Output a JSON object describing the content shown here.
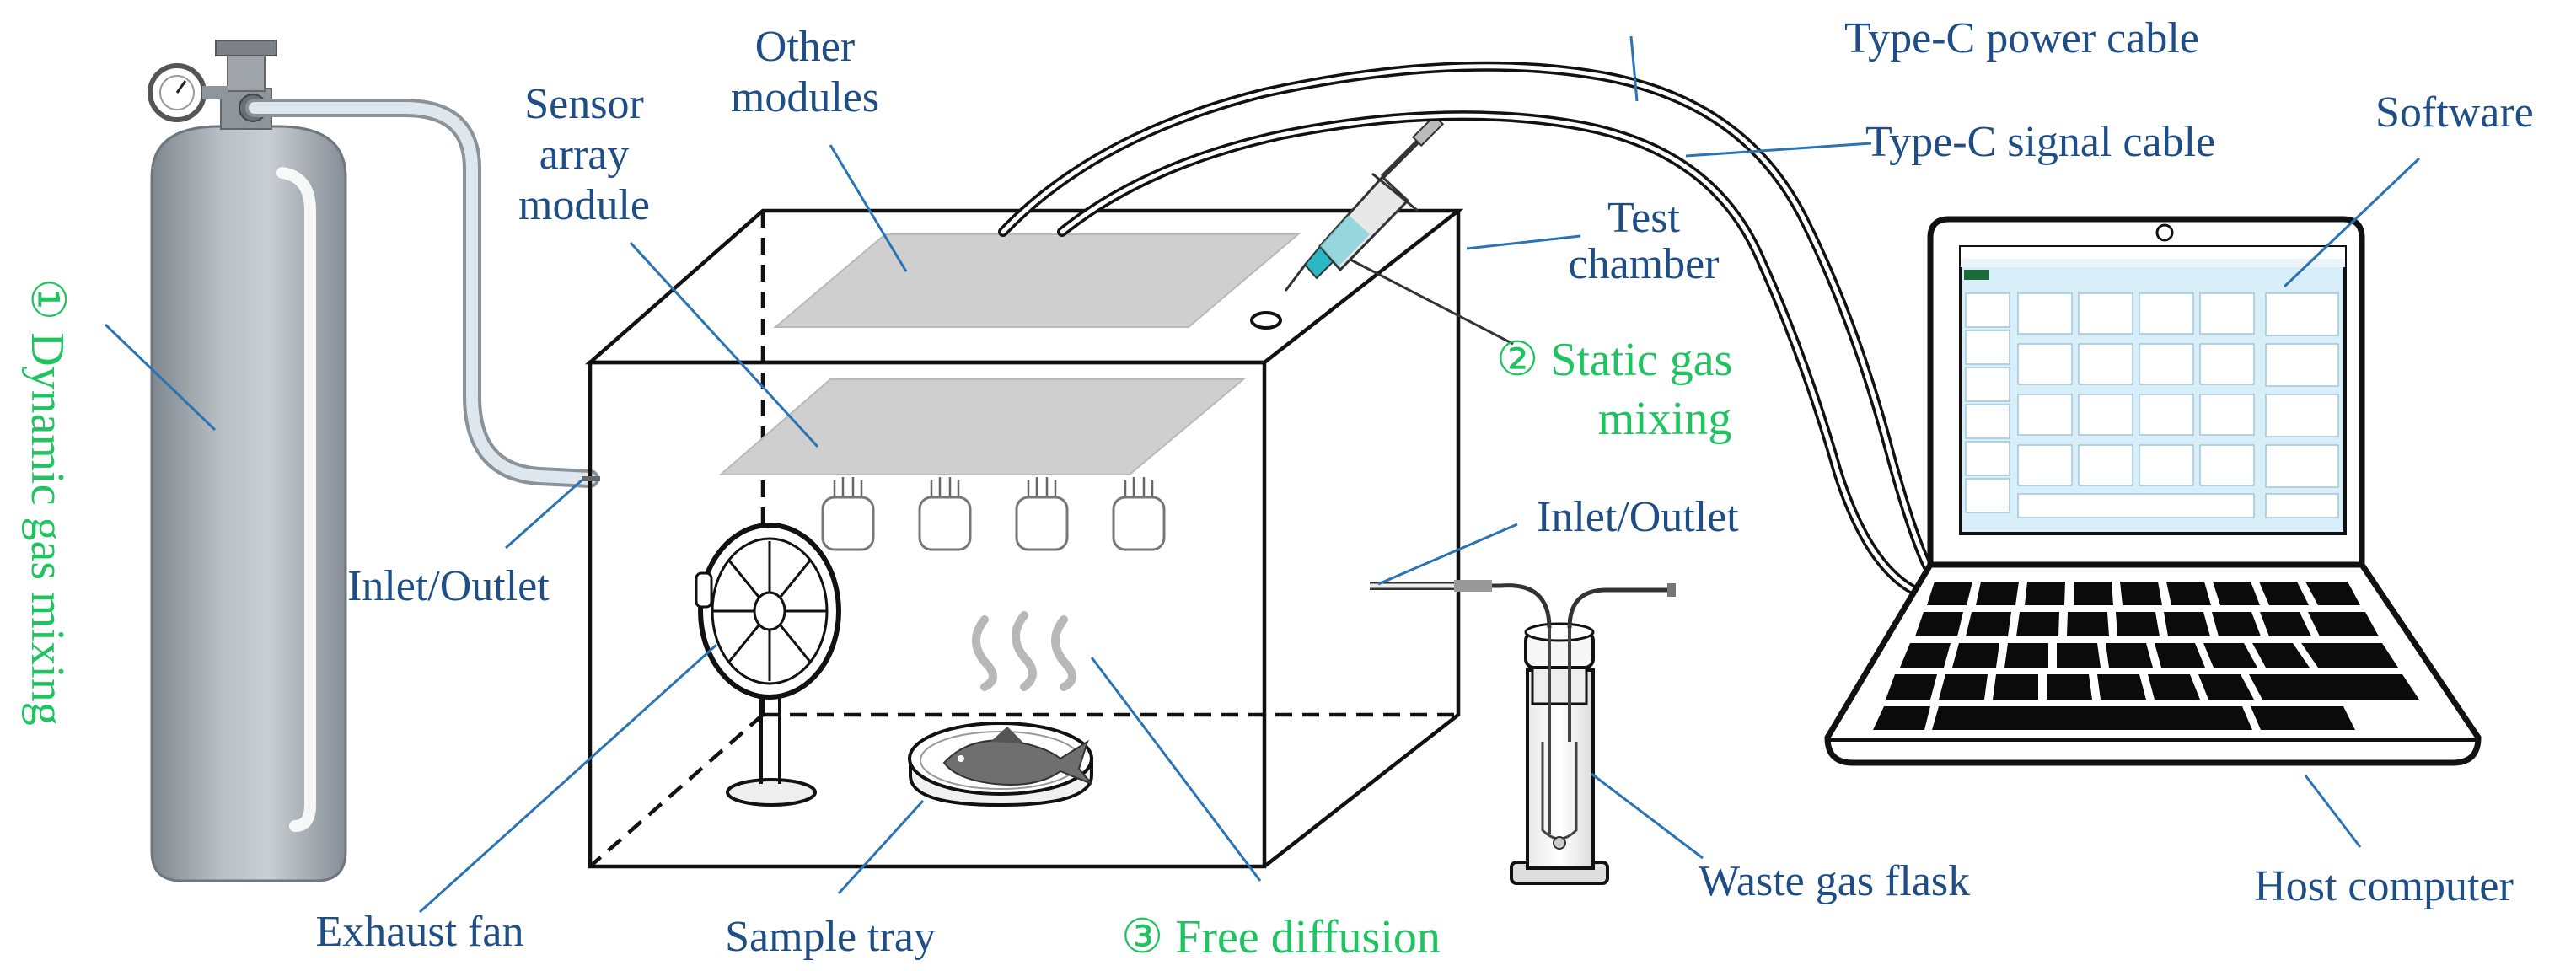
{
  "labels": {
    "other_modules_1": "Other",
    "other_modules_2": "modules",
    "sensor_1": "Sensor",
    "sensor_2": "array",
    "sensor_3": "module",
    "power_cable": "Type-C power cable",
    "signal_cable": "Type-C signal cable",
    "software": "Software",
    "test_chamber_1": "Test",
    "test_chamber_2": "chamber",
    "static_mixing_1": "② Static gas",
    "static_mixing_2": "mixing",
    "inlet_outlet_left": "Inlet/Outlet",
    "inlet_outlet_right": "Inlet/Outlet",
    "dynamic_mixing": "① Dynamic gas mixing",
    "exhaust_fan": "Exhaust fan",
    "sample_tray": "Sample tray",
    "free_diffusion": "③  Free diffusion",
    "waste_gas_flask": "Waste gas flask",
    "host_computer": "Host computer"
  },
  "colors": {
    "label_blue": "#1f4e86",
    "mixing_green": "#1fc35f",
    "leader_blue": "#2a73b4",
    "cylinder_gray": "#a9b0b6",
    "screen_blue": "#d8eef9"
  }
}
